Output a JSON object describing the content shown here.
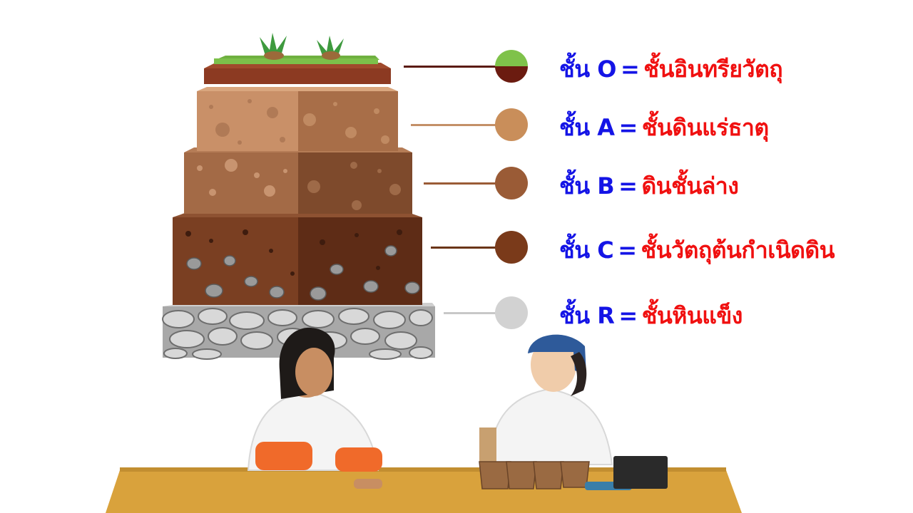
{
  "layers": [
    {
      "id": "O",
      "code": "ชั้น O",
      "eq": "=",
      "name": "ชั้นอินทรียวัตถุ",
      "swatch_top": "#7fc24a",
      "swatch_bottom": "#6b1b10",
      "line_color": "#5a1a10"
    },
    {
      "id": "A",
      "code": "ชั้น A",
      "eq": "=",
      "name": "ชั้นดินแร่ธาตุ",
      "swatch_top": "#c98e5a",
      "swatch_bottom": "#c98e5a",
      "line_color": "#c49068"
    },
    {
      "id": "B",
      "code": "ชั้น B",
      "eq": "=",
      "name": "ดินชั้นล่าง",
      "swatch_top": "#9a5b36",
      "swatch_bottom": "#9a5b36",
      "line_color": "#9a5b36"
    },
    {
      "id": "C",
      "code": "ชั้น C",
      "eq": "=",
      "name": "ชั้นวัตถุต้นกำเนิดดิน",
      "swatch_top": "#7a3a1a",
      "swatch_bottom": "#7a3a1a",
      "line_color": "#6a3418"
    },
    {
      "id": "R",
      "code": "ชั้น R",
      "eq": "=",
      "name": "ชั้นหินแข็ง",
      "swatch_top": "#d2d2d2",
      "swatch_bottom": "#d2d2d2",
      "line_color": "#c8c8c8"
    }
  ],
  "colors": {
    "grass": "#7cc04a",
    "topsoil": "#8c3a22",
    "a_front": "#c99068",
    "a_top": "#d9a67e",
    "a_side": "#a86e48",
    "b_front": "#a36a46",
    "b_top": "#b57c56",
    "b_side": "#7e4a2c",
    "c_front": "#7a3f22",
    "c_top": "#8e5232",
    "c_side": "#5e2c16",
    "rock": "#9a9a9a",
    "table": "#d9a23c",
    "coat": "#f4f4f4"
  }
}
